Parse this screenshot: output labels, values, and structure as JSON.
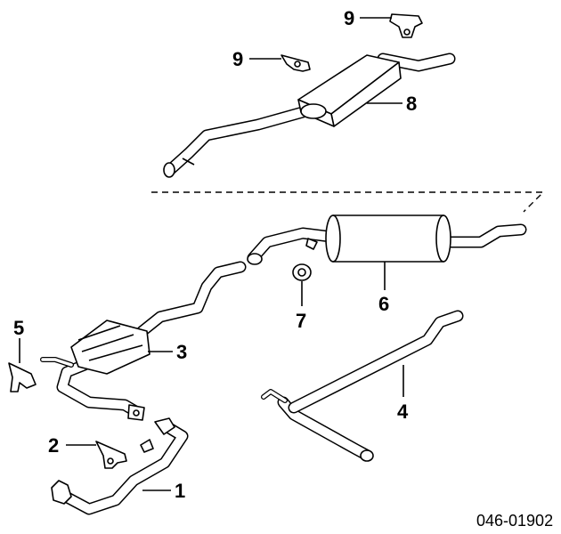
{
  "diagram": {
    "callouts": [
      {
        "id": "hanger-top",
        "label": "9"
      },
      {
        "id": "hanger-upper",
        "label": "9"
      },
      {
        "id": "rear-muffler-upper",
        "label": "8"
      },
      {
        "id": "rear-muffler-lower",
        "label": "6"
      },
      {
        "id": "gasket",
        "label": "7"
      },
      {
        "id": "catalytic-converter",
        "label": "3"
      },
      {
        "id": "hanger-left",
        "label": "5"
      },
      {
        "id": "tailpipe",
        "label": "4"
      },
      {
        "id": "hanger-front",
        "label": "2"
      },
      {
        "id": "front-pipe",
        "label": "1"
      }
    ],
    "diagram_code": "046-01902"
  }
}
